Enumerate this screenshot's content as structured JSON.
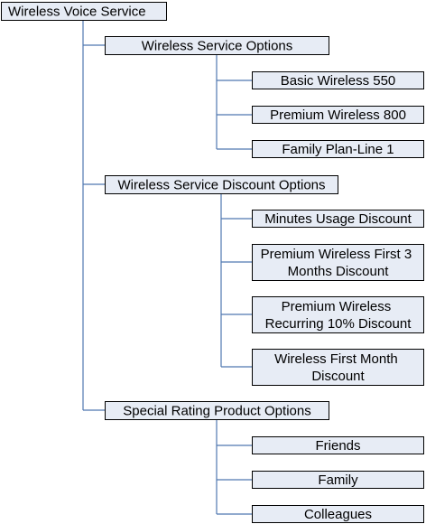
{
  "colors": {
    "box_fill": "#e7ecf5",
    "box_border": "#000000",
    "connector": "#4f78b0",
    "text": "#000000"
  },
  "tree": {
    "label": "Wireless Voice Service",
    "children": [
      {
        "label": "Wireless Service Options",
        "children": [
          {
            "label": "Basic Wireless 550"
          },
          {
            "label": "Premium Wireless 800"
          },
          {
            "label": "Family Plan-Line 1"
          }
        ]
      },
      {
        "label": "Wireless Service Discount Options",
        "children": [
          {
            "label": "Minutes Usage Discount"
          },
          {
            "label": "Premium Wireless First 3 Months Discount"
          },
          {
            "label": "Premium Wireless Recurring 10% Discount"
          },
          {
            "label": "Wireless First Month Discount"
          }
        ]
      },
      {
        "label": "Special Rating Product Options",
        "children": [
          {
            "label": "Friends"
          },
          {
            "label": "Family"
          },
          {
            "label": "Colleagues"
          }
        ]
      }
    ]
  }
}
